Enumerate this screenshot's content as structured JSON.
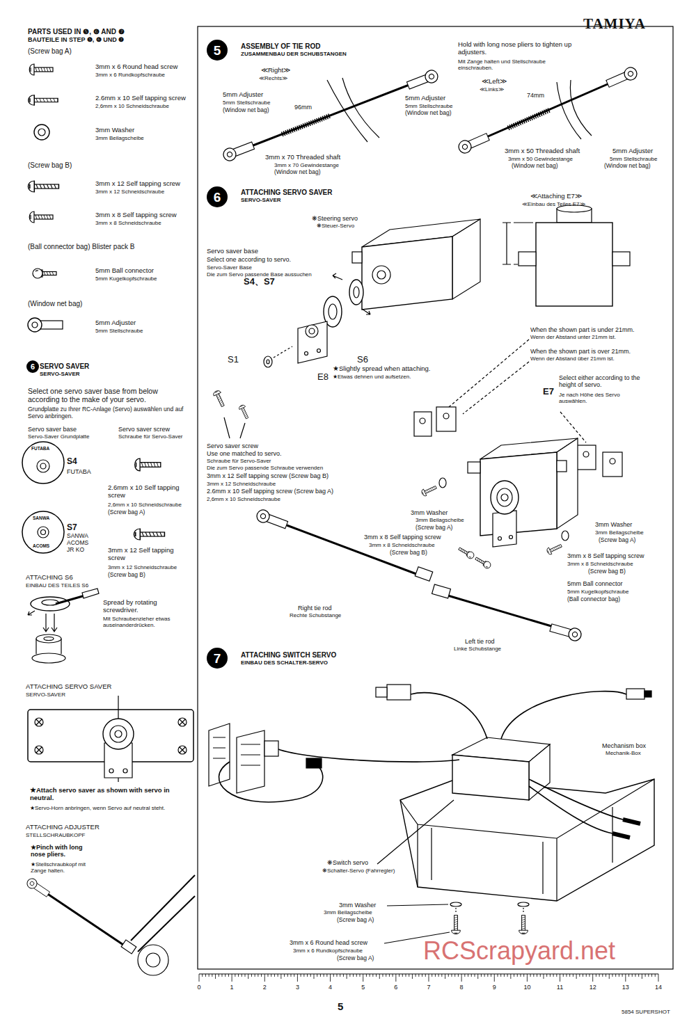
{
  "diagram": {
    "nodes": [
      {
        "text": [
          "6"
        ]
      },
      {
        "text": [
          "5"
        ]
      },
      {
        "text": [
          "6"
        ]
      },
      {
        "text": [
          "7"
        ]
      }
    ],
    "labels": [
      "TAMIYA",
      "PARTS USED IN ❺, ❻ AND ❼",
      "BAUTEILE IN STEP ❺, ❻ UND ❼",
      "(Screw bag A)",
      "3mm x 6 Round head screw",
      "3mm x 6 Rundkopfschraube",
      "2.6mm x 10 Self tapping screw",
      "2,6mm x 10 Schneidschraube",
      "3mm Washer",
      "3mm Beilagscheibe",
      "(Screw bag B)",
      "3mm x 12 Self tapping screw",
      "3mm x 12 Schneidschraube",
      "3mm x 8 Self tapping screw",
      "3mm x 8 Schneidschraube",
      "(Ball connector bag) Blister pack B",
      "5mm Ball connector",
      "5mm Kugelkopfschraube",
      "(Window net bag)",
      "5mm Adjuster",
      "5mm Stellschraube",
      "SERVO SAVER",
      "SERVO-SAVER",
      "Select one servo saver base from below according to the make of your servo.",
      "Grundplatte zu Ihrer RC-Anlage (Servo) auswählen und auf Servo anbringen.",
      "Servo saver base",
      "Servo-Saver Grundplatte",
      "Servo saver screw",
      "Schraube für Servo-Saver",
      "FUTABA",
      "S4",
      "FUTABA",
      "2.6mm x 10 Self tapping screw",
      "2,6mm x 10 Schneidschraube",
      "(Screw bag A)",
      "SANWA",
      "ACOMS",
      "S7",
      "SANWA ACOMS JR KO",
      "3mm x 12 Self tapping screw",
      "3mm x 12 Schneidschraube",
      "(Screw bag B)",
      "ATTACHING S6",
      "EINBAU DES TEILES S6",
      "Spread by rotating screwdriver.",
      "Mit Schraubenzieher etwas auseinanderdrücken.",
      "ATTACHING SERVO SAVER",
      "SERVO-SAVER",
      "★Attach servo saver as shown with servo in neutral.",
      "★Servo-Horn anbringen, wenn Servo auf neutral steht.",
      "ATTACHING ADJUSTER",
      "STELLSCHRAUBKOPF",
      "★Pinch with long nose pliers.",
      "★Stellschraubkopf mit Zange halten.",
      "ASSEMBLY OF TIE ROD",
      "ZUSAMMENBAU DER SCHUBSTANGEN",
      "≪Right≫",
      "≪Rechts≫",
      "5mm Adjuster",
      "5mm Stellschraube",
      "(Window net bag)",
      "96mm",
      "5mm Adjuster",
      "5mm Stellschraube",
      "(Window net bag)",
      "3mm x 70 Threaded shaft",
      "3mm x 70 Gewindestange",
      "(Window net bag)",
      "Hold with long nose pliers to tighten up adjusters.",
      "Mit Zange halten und Stellschraube einschrauben.",
      "≪Left≫",
      "≪Links≫",
      "74mm",
      "3mm x 50 Threaded shaft",
      "3mm x 50 Gewindestange",
      "(Window net bag)",
      "5mm Adjuster",
      "5mm Stellschraube",
      "(Window net bag)",
      "ATTACHING SERVO SAVER",
      "SERVO-SAVER",
      "❋Steering servo",
      "❋Steuer-Servo",
      "Servo saver base",
      "Select one according to servo.",
      "Servo-Saver Base",
      "Die zum Servo passende Base aussuchen",
      "S4、S7",
      "S1",
      "E8",
      "S6",
      "★Slightly spread when attaching.",
      "★Etwas dehnen und aufsetzen.",
      "Servo saver screw",
      "Use one matched to servo.",
      "Schraube für Servo-Saver",
      "Die zum Servo passende Schraube verwenden",
      "3mm x 12 Self tapping screw (Screw bag B)",
      "3mm x 12 Schneidschraube",
      "2.6mm x 10 Self tapping screw (Screw bag A)",
      "2,6mm x 10 Schneidschraube",
      "≪Attaching E7≫",
      "≪Einbau des Teiles E7≫",
      "When the shown part is under 21mm.",
      "Wenn der Abstand unter 21mm ist.",
      "When the shown part is over 21mm.",
      "Wenn der Abstand über 21mm ist.",
      "Select either according to the height of servo.",
      "E7",
      "Je nach Höhe des Servo auswählen.",
      "3mm Washer",
      "3mm Beilagscheibe",
      "(Screw bag A)",
      "3mm x 8 Self tapping screw",
      "3mm x 8 Schneidschraube",
      "(Screw bag B)",
      "3mm Washer",
      "3mm Beilagscheibe",
      "(Screw bag A)",
      "3mm x 8 Self tapping screw",
      "3mm x 8 Schneidschraube",
      "(Screw bag B)",
      "5mm Ball connector",
      "5mm Kugelkopfschraube",
      "(Ball connector bag)",
      "Right tie rod",
      "Rechte Schubstange",
      "Left tie rod",
      "Linke Schubstange",
      "ATTACHING SWITCH SERVO",
      "EINBAU DES SCHALTER-SERVO",
      "Mechanism box",
      "Mechanik-Box",
      "❋Switch servo",
      "❋Schalter-Servo (Fahrregler)",
      "3mm Washer",
      "3mm Beilagscheibe",
      "(Screw bag A)",
      "3mm x 6 Round head screw",
      "3mm x 6 Rundkopfschraube",
      "(Screw bag A)",
      "RCScrapyard.net",
      "0",
      "1",
      "2",
      "3",
      "4",
      "5",
      "6",
      "7",
      "8",
      "9",
      "10",
      "11",
      "12",
      "13",
      "14",
      "5",
      "5854 SUPERSHOT"
    ]
  }
}
